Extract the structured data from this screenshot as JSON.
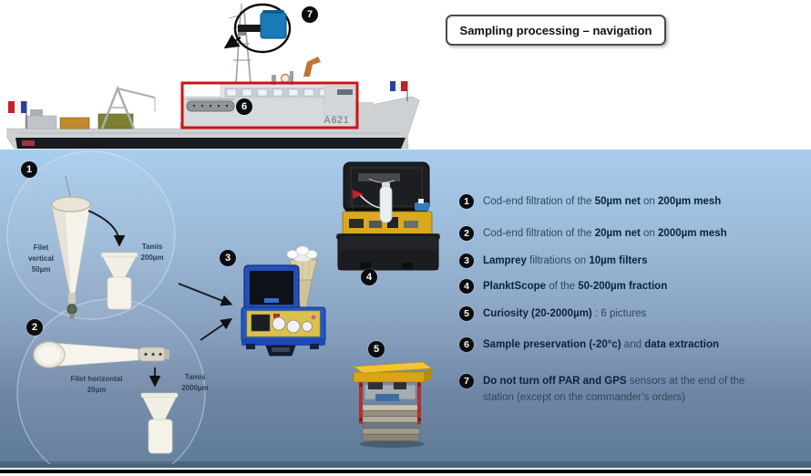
{
  "title": "Sampling processing – navigation",
  "ship": {
    "hull_number": "A621"
  },
  "markers": {
    "m1": "1",
    "m2": "2",
    "m3": "3",
    "m4": "4",
    "m5": "5",
    "m6": "6",
    "m7": "7"
  },
  "labels": {
    "net1": "Filet\nvertical\n50µm",
    "sieve1": "Tamis\n200µm",
    "net2": "Filet horizontal\n20µm",
    "sieve2": "Tamis\n2000µm"
  },
  "steps": [
    {
      "n": "1",
      "segments": [
        {
          "t": "Cod-end filtration of the ",
          "b": false
        },
        {
          "t": "50µm net",
          "b": true
        },
        {
          "t": " on ",
          "b": false
        },
        {
          "t": "200µm mesh",
          "b": true
        }
      ]
    },
    {
      "n": "2",
      "segments": [
        {
          "t": "Cod-end filtration of the ",
          "b": false
        },
        {
          "t": "20µm net",
          "b": true
        },
        {
          "t": " on ",
          "b": false
        },
        {
          "t": "2000µm mesh",
          "b": true
        }
      ]
    },
    {
      "n": "3",
      "segments": [
        {
          "t": "Lamprey",
          "b": true
        },
        {
          "t": "  filtrations on ",
          "b": false
        },
        {
          "t": "10µm filters",
          "b": true
        }
      ]
    },
    {
      "n": "4",
      "segments": [
        {
          "t": "PlanktScope",
          "b": true
        },
        {
          "t": " of the ",
          "b": false
        },
        {
          "t": "50-200µm fraction",
          "b": true
        }
      ]
    },
    {
      "n": "5",
      "segments": [
        {
          "t": "Curiosity (20-2000µm)",
          "b": true
        },
        {
          "t": " : 6 pictures",
          "b": false
        }
      ]
    },
    {
      "n": "6",
      "segments": [
        {
          "t": "Sample preservation (-20°c)",
          "b": true
        },
        {
          "t": " and ",
          "b": false
        },
        {
          "t": "data extraction",
          "b": true
        }
      ]
    },
    {
      "n": "7",
      "segments": [
        {
          "t": "Do not turn off PAR and GPS",
          "b": true
        },
        {
          "t": " sensors at the end of the station (except on the commander’s orders)",
          "b": false
        }
      ]
    }
  ],
  "colors": {
    "highlight_red": "#cf1313",
    "water_top": "#a9cdee",
    "water_bottom": "#5f7b98",
    "badge_bg": "#0c0c0e",
    "text_regular": "#33465a",
    "text_bold": "#0e2238",
    "case_blue": "#2257c4",
    "sensor_blue": "#1a7ab8"
  }
}
